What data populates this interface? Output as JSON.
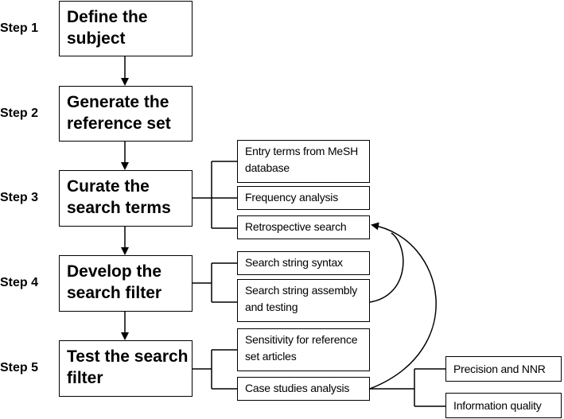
{
  "steps": [
    {
      "label": "Step 1",
      "title": "Define the subject"
    },
    {
      "label": "Step 2",
      "title": "Generate the reference set"
    },
    {
      "label": "Step 3",
      "title": "Curate the search terms"
    },
    {
      "label": "Step 4",
      "title": "Develop the search filter"
    },
    {
      "label": "Step 5",
      "title": "Test the search filter"
    }
  ],
  "substeps": {
    "step3": [
      "Entry terms from MeSH database",
      "Frequency analysis",
      "Retrospective search"
    ],
    "step4": [
      "Search string syntax",
      "Search string assembly and testing"
    ],
    "step5": [
      "Sensitivity for reference set articles",
      "Case studies analysis"
    ],
    "case_studies": [
      "Precision and NNR",
      "Information quality"
    ]
  }
}
